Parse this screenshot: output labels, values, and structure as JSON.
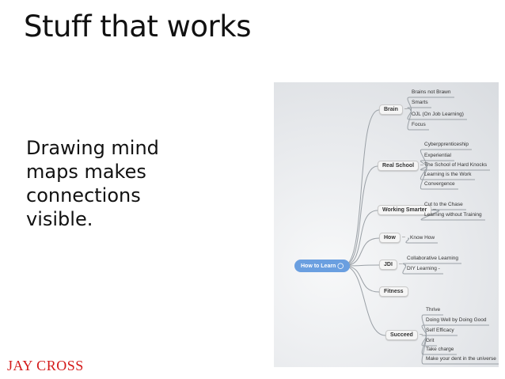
{
  "slide": {
    "title": "Stuff that works",
    "body": "Drawing mind maps makes connections visible.",
    "footer": "JAY CROSS"
  },
  "mindmap": {
    "root": "How to Learn ◯",
    "branches": [
      {
        "label": "Brain",
        "leaves": [
          "Brains not Brawn",
          "Smarts",
          "OJL (On Job Learning)",
          "Focus"
        ]
      },
      {
        "label": "Real School",
        "leaves": [
          "Cyberpprenticeship",
          "Experiential",
          "The School of Hard Knocks",
          "Learning is the Work",
          "Convergence"
        ]
      },
      {
        "label": "Working Smarter",
        "leaves": [
          "Cut to the Chase",
          "Learning without Training"
        ]
      },
      {
        "label": "How",
        "leaves": [
          "Know How"
        ]
      },
      {
        "label": "JDI",
        "leaves": [
          "Collaborative Learning",
          "DIY Learning  -"
        ]
      },
      {
        "label": "Fitness",
        "leaves": []
      },
      {
        "label": "Succeed",
        "leaves": [
          "Thrive",
          "Doing Well by Doing Good",
          "Self Efficacy",
          "Grit",
          "Take charge",
          "Make your dent in the universe"
        ]
      }
    ],
    "colors": {
      "root": "#6a9fe0",
      "line": "#9aa0a6"
    }
  }
}
